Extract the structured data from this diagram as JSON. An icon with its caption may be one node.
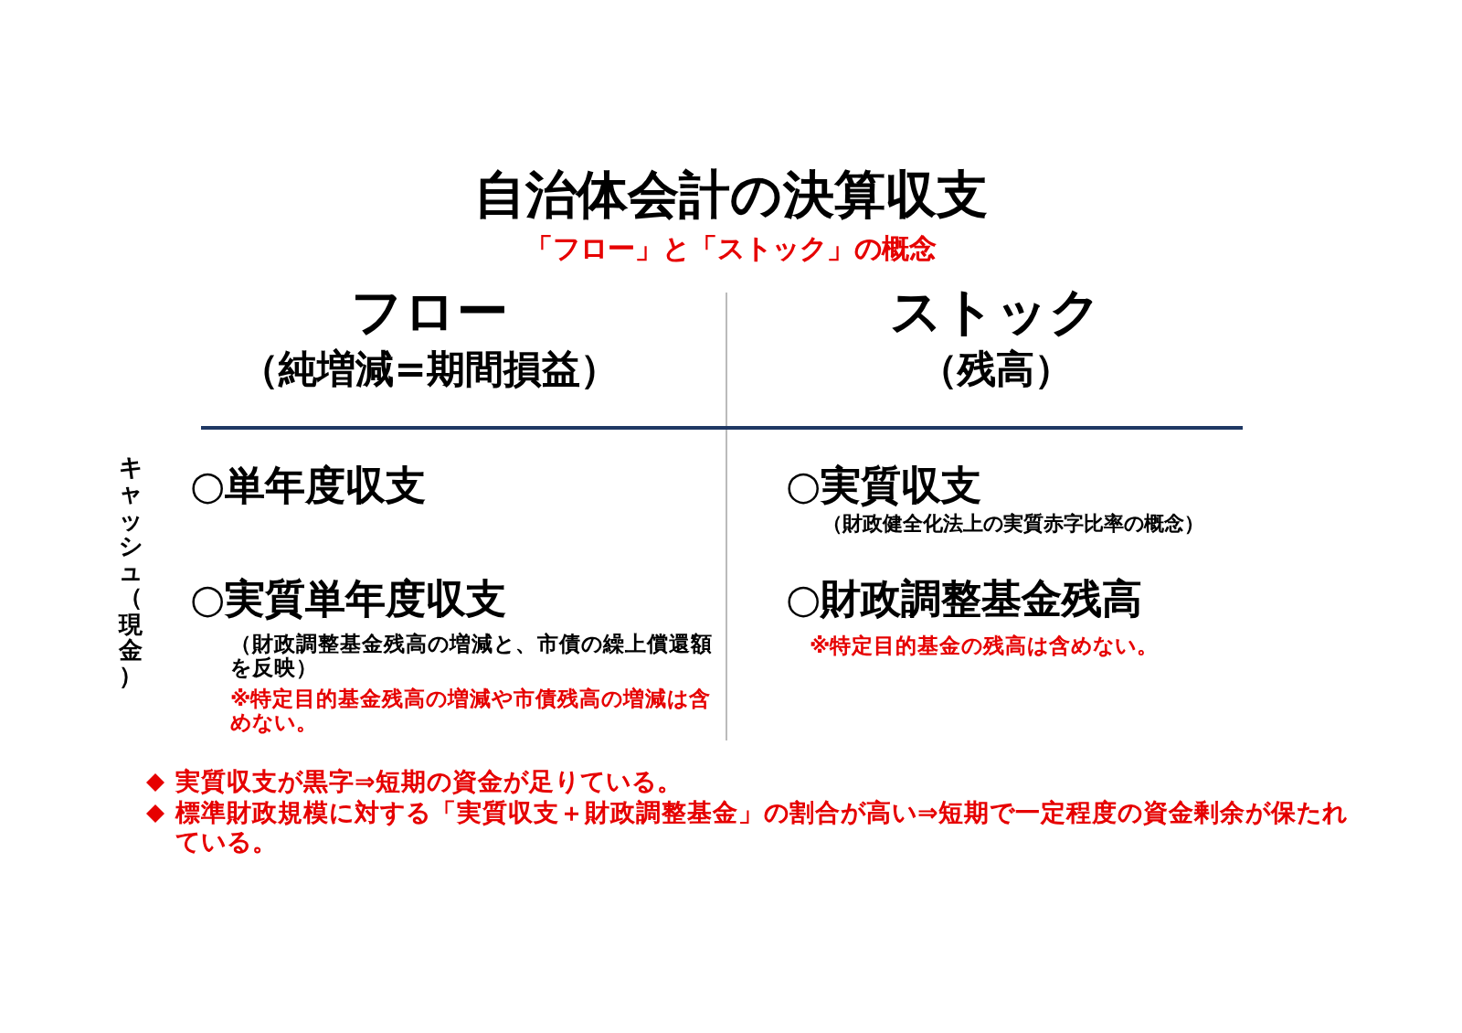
{
  "diagram": {
    "title": "自治体会計の決算収支",
    "labels": [
      "「フロー」と「ストック」の概念",
      "フロー",
      "（純増減=期間損益）",
      "ストック",
      "（残高）",
      "キャッシュ（現金）",
      "○単年度収支",
      "○実質収支",
      "（財政健全化法上の実質赤字比率の概念）",
      "○実質単年度収支",
      "（財政調整基金残高の増減と、市債の繰上償還額を反映）",
      "※特定目的基金残高の増減や市債残高の増減は含めない。",
      "○財政調整基金残高",
      "※特定目的基金の残高は含めない。",
      "実質収支が黒字⇒短期の資金が足りている。",
      "標準財政規模に対する「実質収支＋財政調整基金」の割合が高い⇒短期で一定程度の資金剰余が保たれている。"
    ]
  }
}
